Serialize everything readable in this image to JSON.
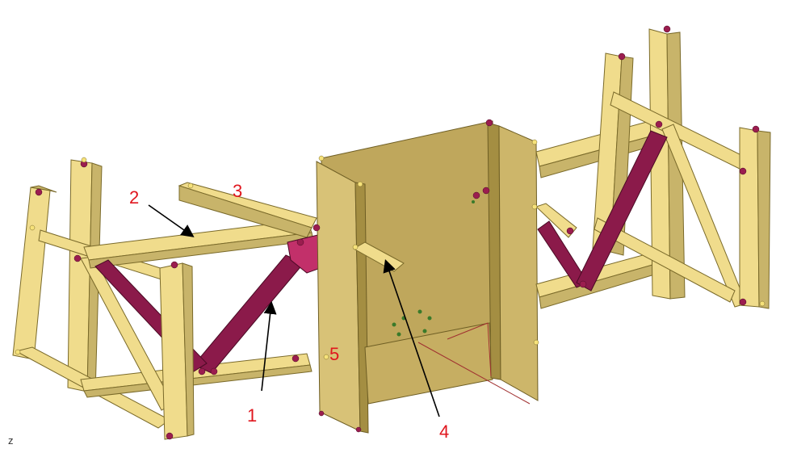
{
  "callouts": {
    "one": "1",
    "two": "2",
    "three": "3",
    "four": "4",
    "five": "5"
  },
  "axis": {
    "z_label": "z"
  },
  "colors": {
    "member_fill": "#f0dc8c",
    "member_shade": "#c8b46a",
    "member_stroke": "#7a6a2a",
    "brace_fill": "#8b1a4a",
    "brace_stroke": "#4a0a24",
    "plate_fill": "#bfa75c",
    "plate_stroke": "#6e5e24",
    "node_fill": "#9b1d4f",
    "callout_text": "#e0161e",
    "leader_line": "#000000"
  }
}
